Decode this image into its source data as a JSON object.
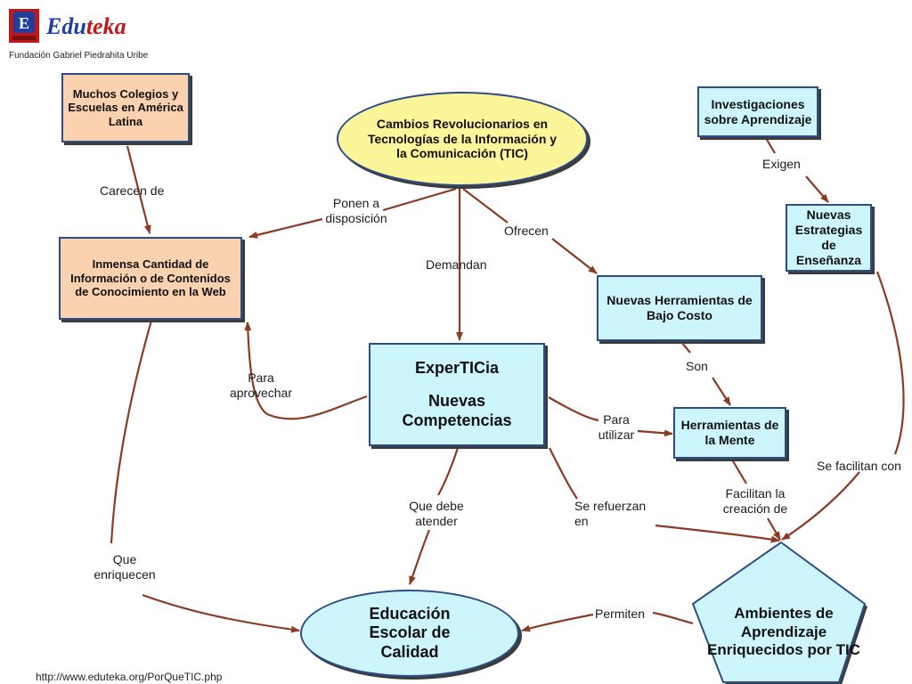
{
  "header": {
    "logo_letter": "E",
    "logo_text_a": "Edu",
    "logo_text_b": "teka",
    "subtitle": "Fundación Gabriel Piedrahita Uribe"
  },
  "footer": {
    "url": "http://www.eduteka.org/PorQueTIC.php"
  },
  "nodes": {
    "colegios": "Muchos Colegios y Escuelas en América Latina",
    "cambios": "Cambios Revolucionarios en Tecnologías de la Información y la Comunicación (TIC)",
    "investigaciones": "Investigaciones sobre Aprendizaje",
    "estrategias": "Nuevas Estrategias de Enseñanza",
    "informacion": "Inmensa Cantidad de Información o de Contenidos de Conocimiento en la Web",
    "herramientas_costo": "Nuevas Herramientas de Bajo Costo",
    "experticia_title": "ExperTICia",
    "experticia_sub": "Nuevas Competencias",
    "herramientas_mente": "Herramientas de la Mente",
    "educacion": "Educación Escolar de Calidad",
    "ambientes": "Ambientes de Aprendizaje Enriquecidos por TIC"
  },
  "edges": {
    "carecen": "Carecen de",
    "ponen": "Ponen a disposición",
    "demandan": "Demandan",
    "ofrecen": "Ofrecen",
    "exigen": "Exigen",
    "son": "Son",
    "para_aprovechar": "Para aprovechar",
    "para_utilizar": "Para utilizar",
    "facilitan_creacion": "Facilitan la creación de",
    "se_facilitan": "Se facilitan con",
    "que_debe": "Que debe atender",
    "se_refuerzan": "Se refuerzan en",
    "que_enriquecen": "Que enriquecen",
    "permiten": "Permiten"
  },
  "colors": {
    "peach": "#fbd2b0",
    "cyan": "#cdf6fc",
    "yellow": "#fdf59a",
    "arrow": "#8a3b22",
    "logo_red": "#c0181a",
    "logo_blue": "#1f3f9e"
  }
}
